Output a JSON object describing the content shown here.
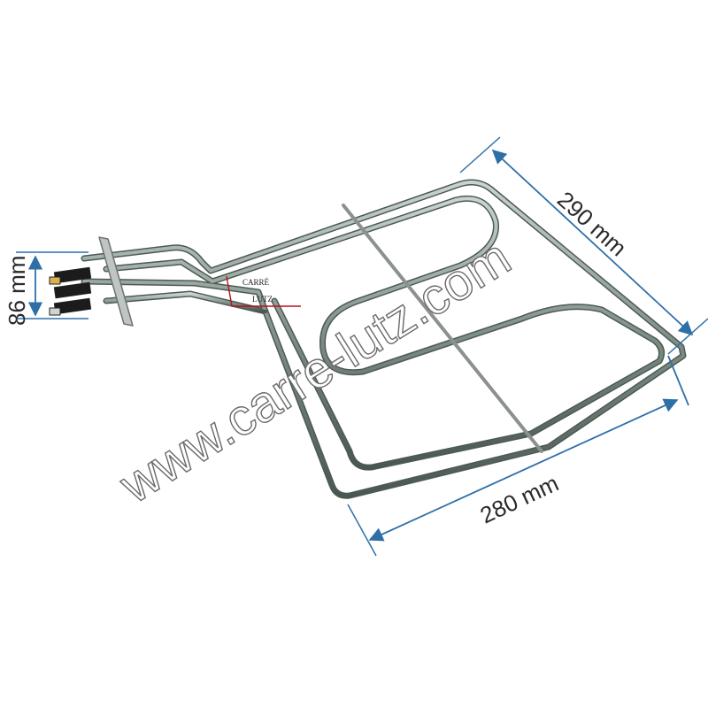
{
  "dimensions": {
    "depth_label": "290 mm",
    "width_label": "280 mm",
    "height_label": "86 mm"
  },
  "watermark": {
    "text": "www.carre-lutz.com"
  },
  "logo": {
    "line1": "CARRÉ",
    "line2": "LUTZ",
    "accent_color": "#b5121b"
  },
  "colors": {
    "dimension_lines": "#2f6fa8",
    "element_metal": "#7f8f88"
  }
}
